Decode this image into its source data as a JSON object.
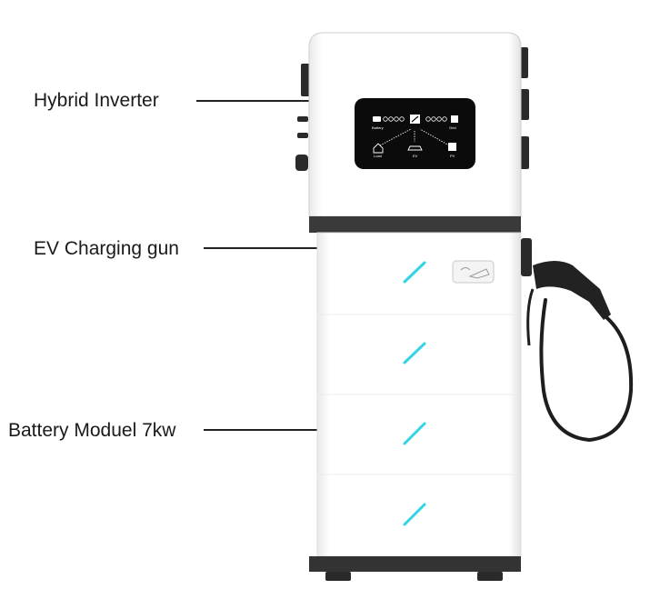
{
  "callouts": [
    {
      "id": "hybrid-inverter",
      "text": "Hybrid Inverter"
    },
    {
      "id": "ev-charging-gun",
      "text": "EV Charging gun"
    },
    {
      "id": "battery-module",
      "text": "Battery Moduel 7kw"
    }
  ],
  "display": {
    "battery": "Battery",
    "grid": "Grid",
    "pv": "PV",
    "load": "Load",
    "ev": "EV"
  },
  "colors": {
    "cabinet": "#ffffff",
    "band": "#3a3a3a",
    "screen": "#0b0b0b",
    "accent": "#31d4e4",
    "cable": "#1e1e1e"
  },
  "battery_modules": 4
}
